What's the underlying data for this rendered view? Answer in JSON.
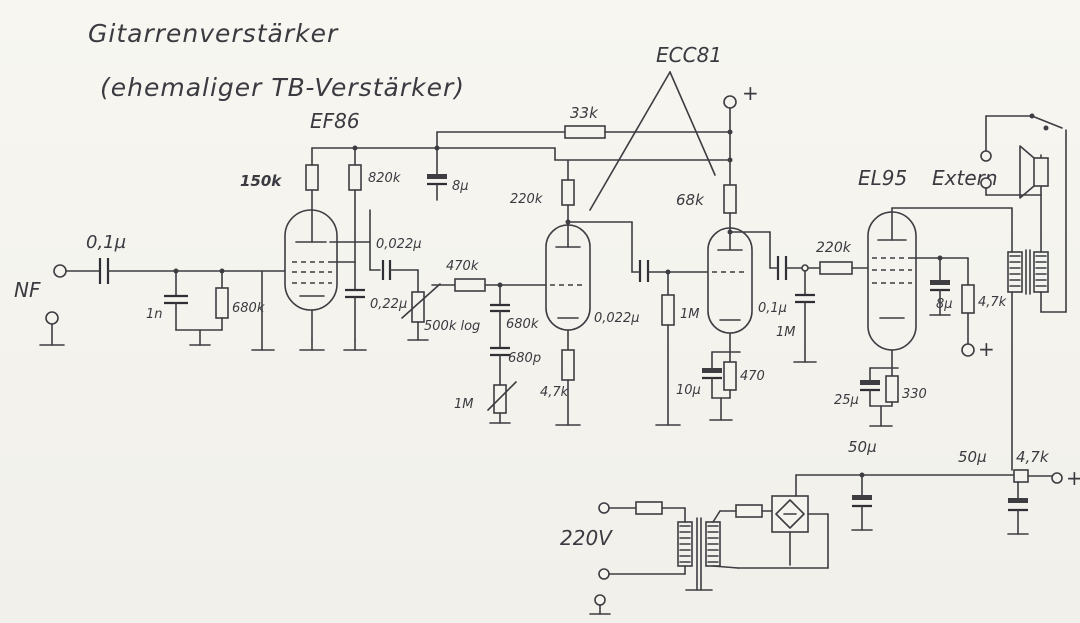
{
  "title": {
    "line1": "Gitarrenverstärker",
    "line2": "(ehemaliger TB-Verstärker)"
  },
  "tubes": {
    "ef86": "EF86",
    "ecc81": "ECC81",
    "el95": "EL95"
  },
  "labels": {
    "input": "NF",
    "c_in": "0,1µ",
    "c_1n": "1n",
    "r_680k_a": "680k",
    "r_150k": "150k",
    "r_820k": "820k",
    "c_8u_a": "8µ",
    "c_0022_a": "0,022µ",
    "c_022": "0,22µ",
    "r_470k": "470k",
    "pot_500k": "500k log",
    "r_33k": "33k",
    "plus_top": "+",
    "r_220k_a": "220k",
    "r_680k_b": "680k",
    "c_680p": "680p",
    "pot_1m": "1M",
    "r_47k_a": "4,7k",
    "c_0022_b": "0,022µ",
    "r_1m_a": "1M",
    "r_68k": "68k",
    "c_10u": "10µ",
    "r_470": "470",
    "c_01u_b": "0,1µ",
    "r_1m_b": "1M",
    "r_220k_b": "220k",
    "el95_note": "Extern",
    "c_8u_b": "8µ",
    "r_47k_b": "4,7k",
    "plus_el95": "+",
    "c_25u": "25µ",
    "r_330": "330",
    "c_50u_a": "50µ",
    "c_50u_b": "50µ",
    "r_47k_c": "4,7k",
    "plus_out": "+",
    "mains": "220V"
  }
}
